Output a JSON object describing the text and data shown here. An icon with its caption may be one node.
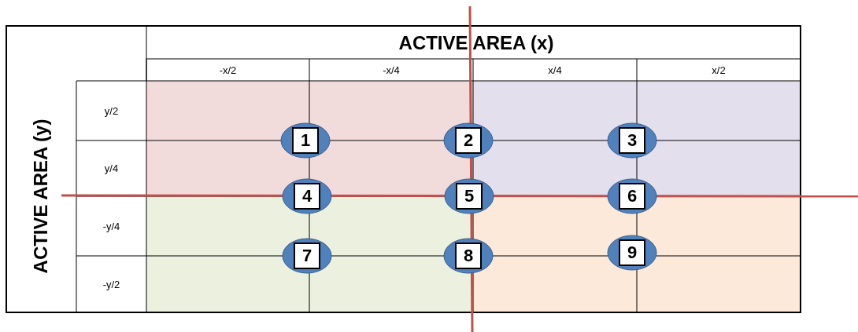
{
  "diagram": {
    "nodes": [
      {
        "text": [
          "1"
        ]
      },
      {
        "text": [
          "2"
        ]
      },
      {
        "text": [
          "3"
        ]
      },
      {
        "text": [
          "4"
        ]
      },
      {
        "text": [
          "5"
        ]
      },
      {
        "text": [
          "6"
        ]
      },
      {
        "text": [
          "7"
        ]
      },
      {
        "text": [
          "8"
        ]
      },
      {
        "text": [
          "9"
        ]
      }
    ],
    "labels": [
      "ACTIVE AREA (x)",
      "-x/2",
      "-x/4",
      "x/4",
      "x/2",
      "ACTIVE AREA (y)",
      "y/2",
      "y/4",
      "-y/4",
      "-y/2"
    ]
  }
}
